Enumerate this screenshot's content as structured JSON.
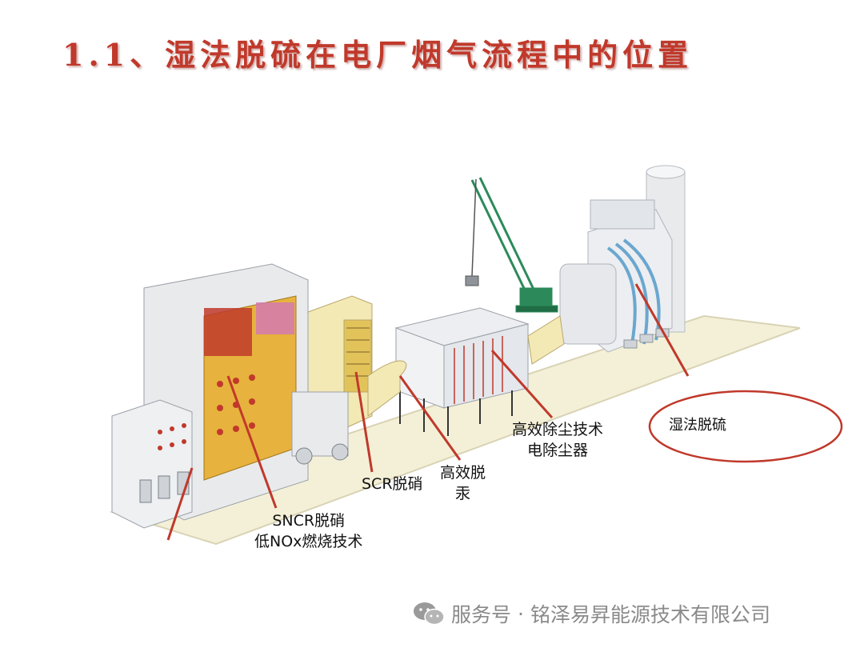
{
  "title": "1.1、湿法脱硫在电厂烟气流程中的位置",
  "labels": {
    "sncr_line1": "SNCR脱硝",
    "sncr_line2": "低NOx燃烧技术",
    "scr": "SCR脱硝",
    "hg_line1": "高效脱",
    "hg_line2": "汞",
    "esp_line1": "高效除尘技术",
    "esp_line2": "电除尘器",
    "wfgd": "湿法脱硫"
  },
  "footer": {
    "service": "服务号",
    "separator": "·",
    "company": "铭泽易昇能源技术有限公司"
  },
  "colors": {
    "title": "#c0392b",
    "pointer": "#c0392b",
    "platform": "#f4f0d8",
    "ductwork": "#f3e9b5",
    "structure": "#e9eaec",
    "boiler_core": "#e7b23d",
    "crane": "#2c8a5a"
  },
  "icons": [
    "wechat-icon"
  ]
}
